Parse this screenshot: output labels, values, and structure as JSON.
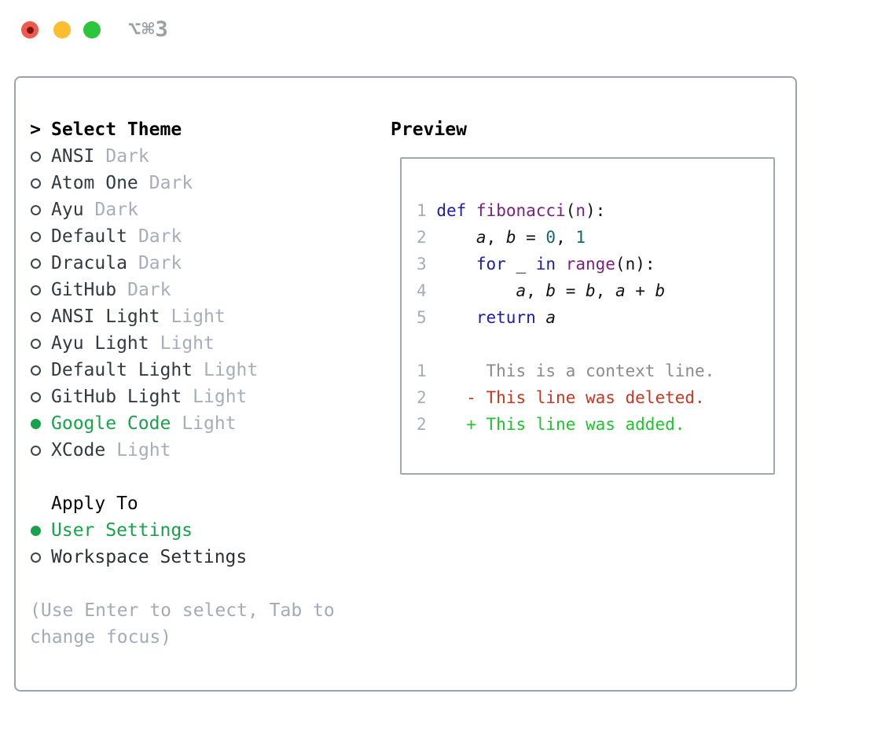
{
  "window": {
    "title": "⌥⌘3",
    "buttons": [
      {
        "name": "close"
      },
      {
        "name": "minimize"
      },
      {
        "name": "zoom"
      }
    ]
  },
  "colors": {
    "selected_green": "#16a34a",
    "added_green": "#1ec42d",
    "deleted_red": "#c6371f",
    "context_gray": "#8b8b8b",
    "keyword_blue": "#1b20a6",
    "function_purple": "#7b2082",
    "number_teal": "#0e6b6b",
    "muted_text": "#a3abb8",
    "panel_border": "#9aa3ad",
    "traffic_red": "#ef594e",
    "traffic_yellow": "#fcbd2f",
    "traffic_green": "#2ec53e"
  },
  "theme_list": {
    "cursor": ">",
    "title": "Select Theme",
    "items": [
      {
        "name": "ANSI",
        "variant": "Dark",
        "selected": false
      },
      {
        "name": "Atom One",
        "variant": "Dark",
        "selected": false
      },
      {
        "name": "Ayu",
        "variant": "Dark",
        "selected": false
      },
      {
        "name": "Default",
        "variant": "Dark",
        "selected": false
      },
      {
        "name": "Dracula",
        "variant": "Dark",
        "selected": false
      },
      {
        "name": "GitHub",
        "variant": "Dark",
        "selected": false
      },
      {
        "name": "ANSI Light",
        "variant": "Light",
        "selected": false
      },
      {
        "name": "Ayu Light",
        "variant": "Light",
        "selected": false
      },
      {
        "name": "Default Light",
        "variant": "Light",
        "selected": false
      },
      {
        "name": "GitHub Light",
        "variant": "Light",
        "selected": false
      },
      {
        "name": "Google Code",
        "variant": "Light",
        "selected": true
      },
      {
        "name": "XCode",
        "variant": "Light",
        "selected": false
      }
    ]
  },
  "apply_to": {
    "title": "Apply To",
    "options": [
      {
        "label": "User Settings",
        "selected": true
      },
      {
        "label": "Workspace Settings",
        "selected": false
      }
    ]
  },
  "help_text": "(Use Enter to select, Tab to change focus)",
  "preview": {
    "title": "Preview",
    "code_lines": [
      {
        "num": "1",
        "tokens": [
          [
            " ",
            "pl"
          ],
          [
            "def",
            "kw"
          ],
          [
            " ",
            "pl"
          ],
          [
            "fibonacci",
            "fn"
          ],
          [
            "(",
            "pl"
          ],
          [
            "n",
            "fn"
          ],
          [
            ")",
            "pl"
          ],
          [
            ":",
            "pl"
          ]
        ]
      },
      {
        "num": "2",
        "tokens": [
          [
            "     ",
            "pl"
          ],
          [
            "a",
            "var"
          ],
          [
            ", ",
            "pl"
          ],
          [
            "b",
            "var"
          ],
          [
            " = ",
            "pl"
          ],
          [
            "0",
            "num"
          ],
          [
            ", ",
            "pl"
          ],
          [
            "1",
            "num"
          ]
        ]
      },
      {
        "num": "3",
        "tokens": [
          [
            "     ",
            "pl"
          ],
          [
            "for",
            "kw"
          ],
          [
            " _ ",
            "pl"
          ],
          [
            "in",
            "kw"
          ],
          [
            " ",
            "pl"
          ],
          [
            "range",
            "fn"
          ],
          [
            "(n):",
            "pl"
          ]
        ]
      },
      {
        "num": "4",
        "tokens": [
          [
            "         ",
            "pl"
          ],
          [
            "a",
            "var"
          ],
          [
            ", ",
            "pl"
          ],
          [
            "b",
            "var"
          ],
          [
            " = ",
            "pl"
          ],
          [
            "b",
            "var"
          ],
          [
            ", ",
            "pl"
          ],
          [
            "a",
            "var"
          ],
          [
            " + ",
            "pl"
          ],
          [
            "b",
            "var"
          ]
        ]
      },
      {
        "num": "5",
        "tokens": [
          [
            "     ",
            "pl"
          ],
          [
            "return",
            "kw"
          ],
          [
            " ",
            "pl"
          ],
          [
            "a",
            "var"
          ]
        ]
      }
    ],
    "diff_lines": [
      {
        "num": "1",
        "indent": "      ",
        "text": "This is a context line.",
        "type": "context"
      },
      {
        "num": "2",
        "indent": "    ",
        "text": "- This line was deleted.",
        "type": "deleted"
      },
      {
        "num": "2",
        "indent": "    ",
        "text": "+ This line was added.",
        "type": "added"
      }
    ]
  }
}
